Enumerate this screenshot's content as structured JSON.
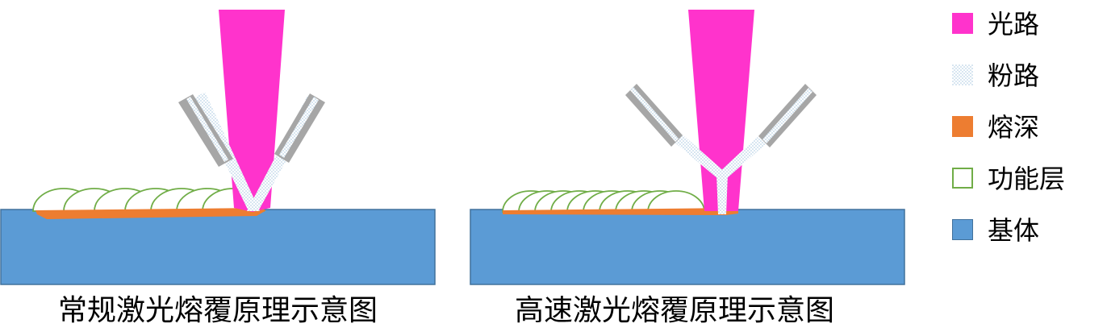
{
  "captions": {
    "left": "常规激光熔覆原理示意图",
    "right": "高速激光熔覆原理示意图"
  },
  "legend": [
    {
      "label": "光路",
      "key": "laser"
    },
    {
      "label": "粉路",
      "key": "powder"
    },
    {
      "label": "熔深",
      "key": "melt"
    },
    {
      "label": "功能层",
      "key": "layer"
    },
    {
      "label": "基体",
      "key": "substrate"
    }
  ],
  "colors": {
    "laser": "#ff33cc",
    "powder_base": "#ffffff",
    "powder_dot": "#a9c8e0",
    "melt": "#ed7d31",
    "layer_border": "#70ad47",
    "substrate": "#5b9bd5",
    "substrate_border": "#41719c",
    "nozzle": "#a6a6a6"
  }
}
